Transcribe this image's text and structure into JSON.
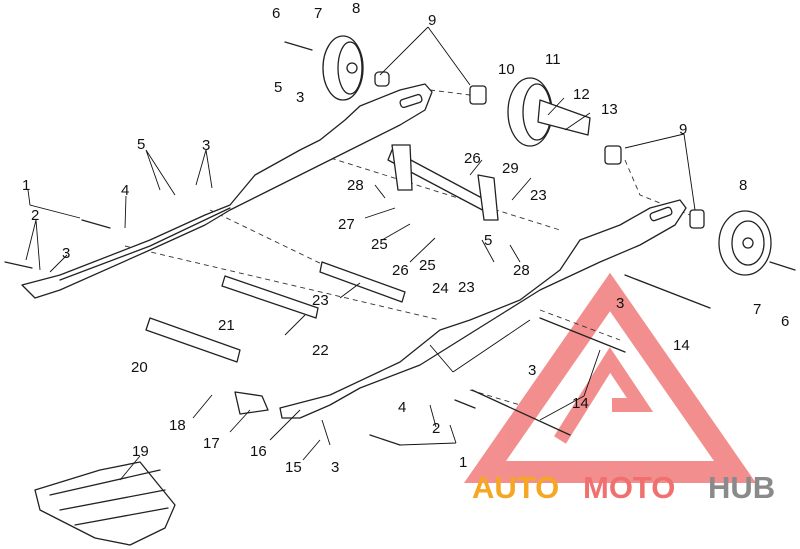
{
  "callouts": {
    "n1": "1",
    "n2": "2",
    "n3": "3",
    "n4": "4",
    "n5": "5",
    "n6": "6",
    "n7": "7",
    "n8": "8",
    "n9": "9",
    "n10": "10",
    "n11": "11",
    "n12": "12",
    "n13": "13",
    "n14": "14",
    "n15": "15",
    "n16": "16",
    "n17": "17",
    "n18": "18",
    "n19": "19",
    "n20": "20",
    "n21": "21",
    "n22": "22",
    "n23": "23",
    "n24": "24",
    "n25": "25",
    "n26": "26",
    "n27": "27",
    "n28": "28",
    "n29": "29"
  },
  "watermark": {
    "part1": "AUTO",
    "part2": "MOTO",
    "part3": "HUB",
    "color_red": "#f06f6f",
    "color_orange": "#f5a623",
    "color_gray": "#8a8a8a"
  }
}
